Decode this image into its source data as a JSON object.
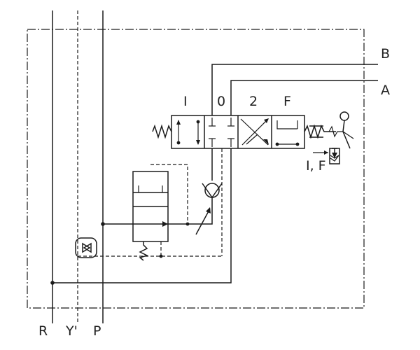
{
  "ports": {
    "b": "B",
    "a": "A",
    "r": "R",
    "y": "Y'",
    "p": "P"
  },
  "positions": {
    "p1": "I",
    "p2": "0",
    "p3": "2",
    "p4": "F"
  },
  "pilot_label": "I, F"
}
